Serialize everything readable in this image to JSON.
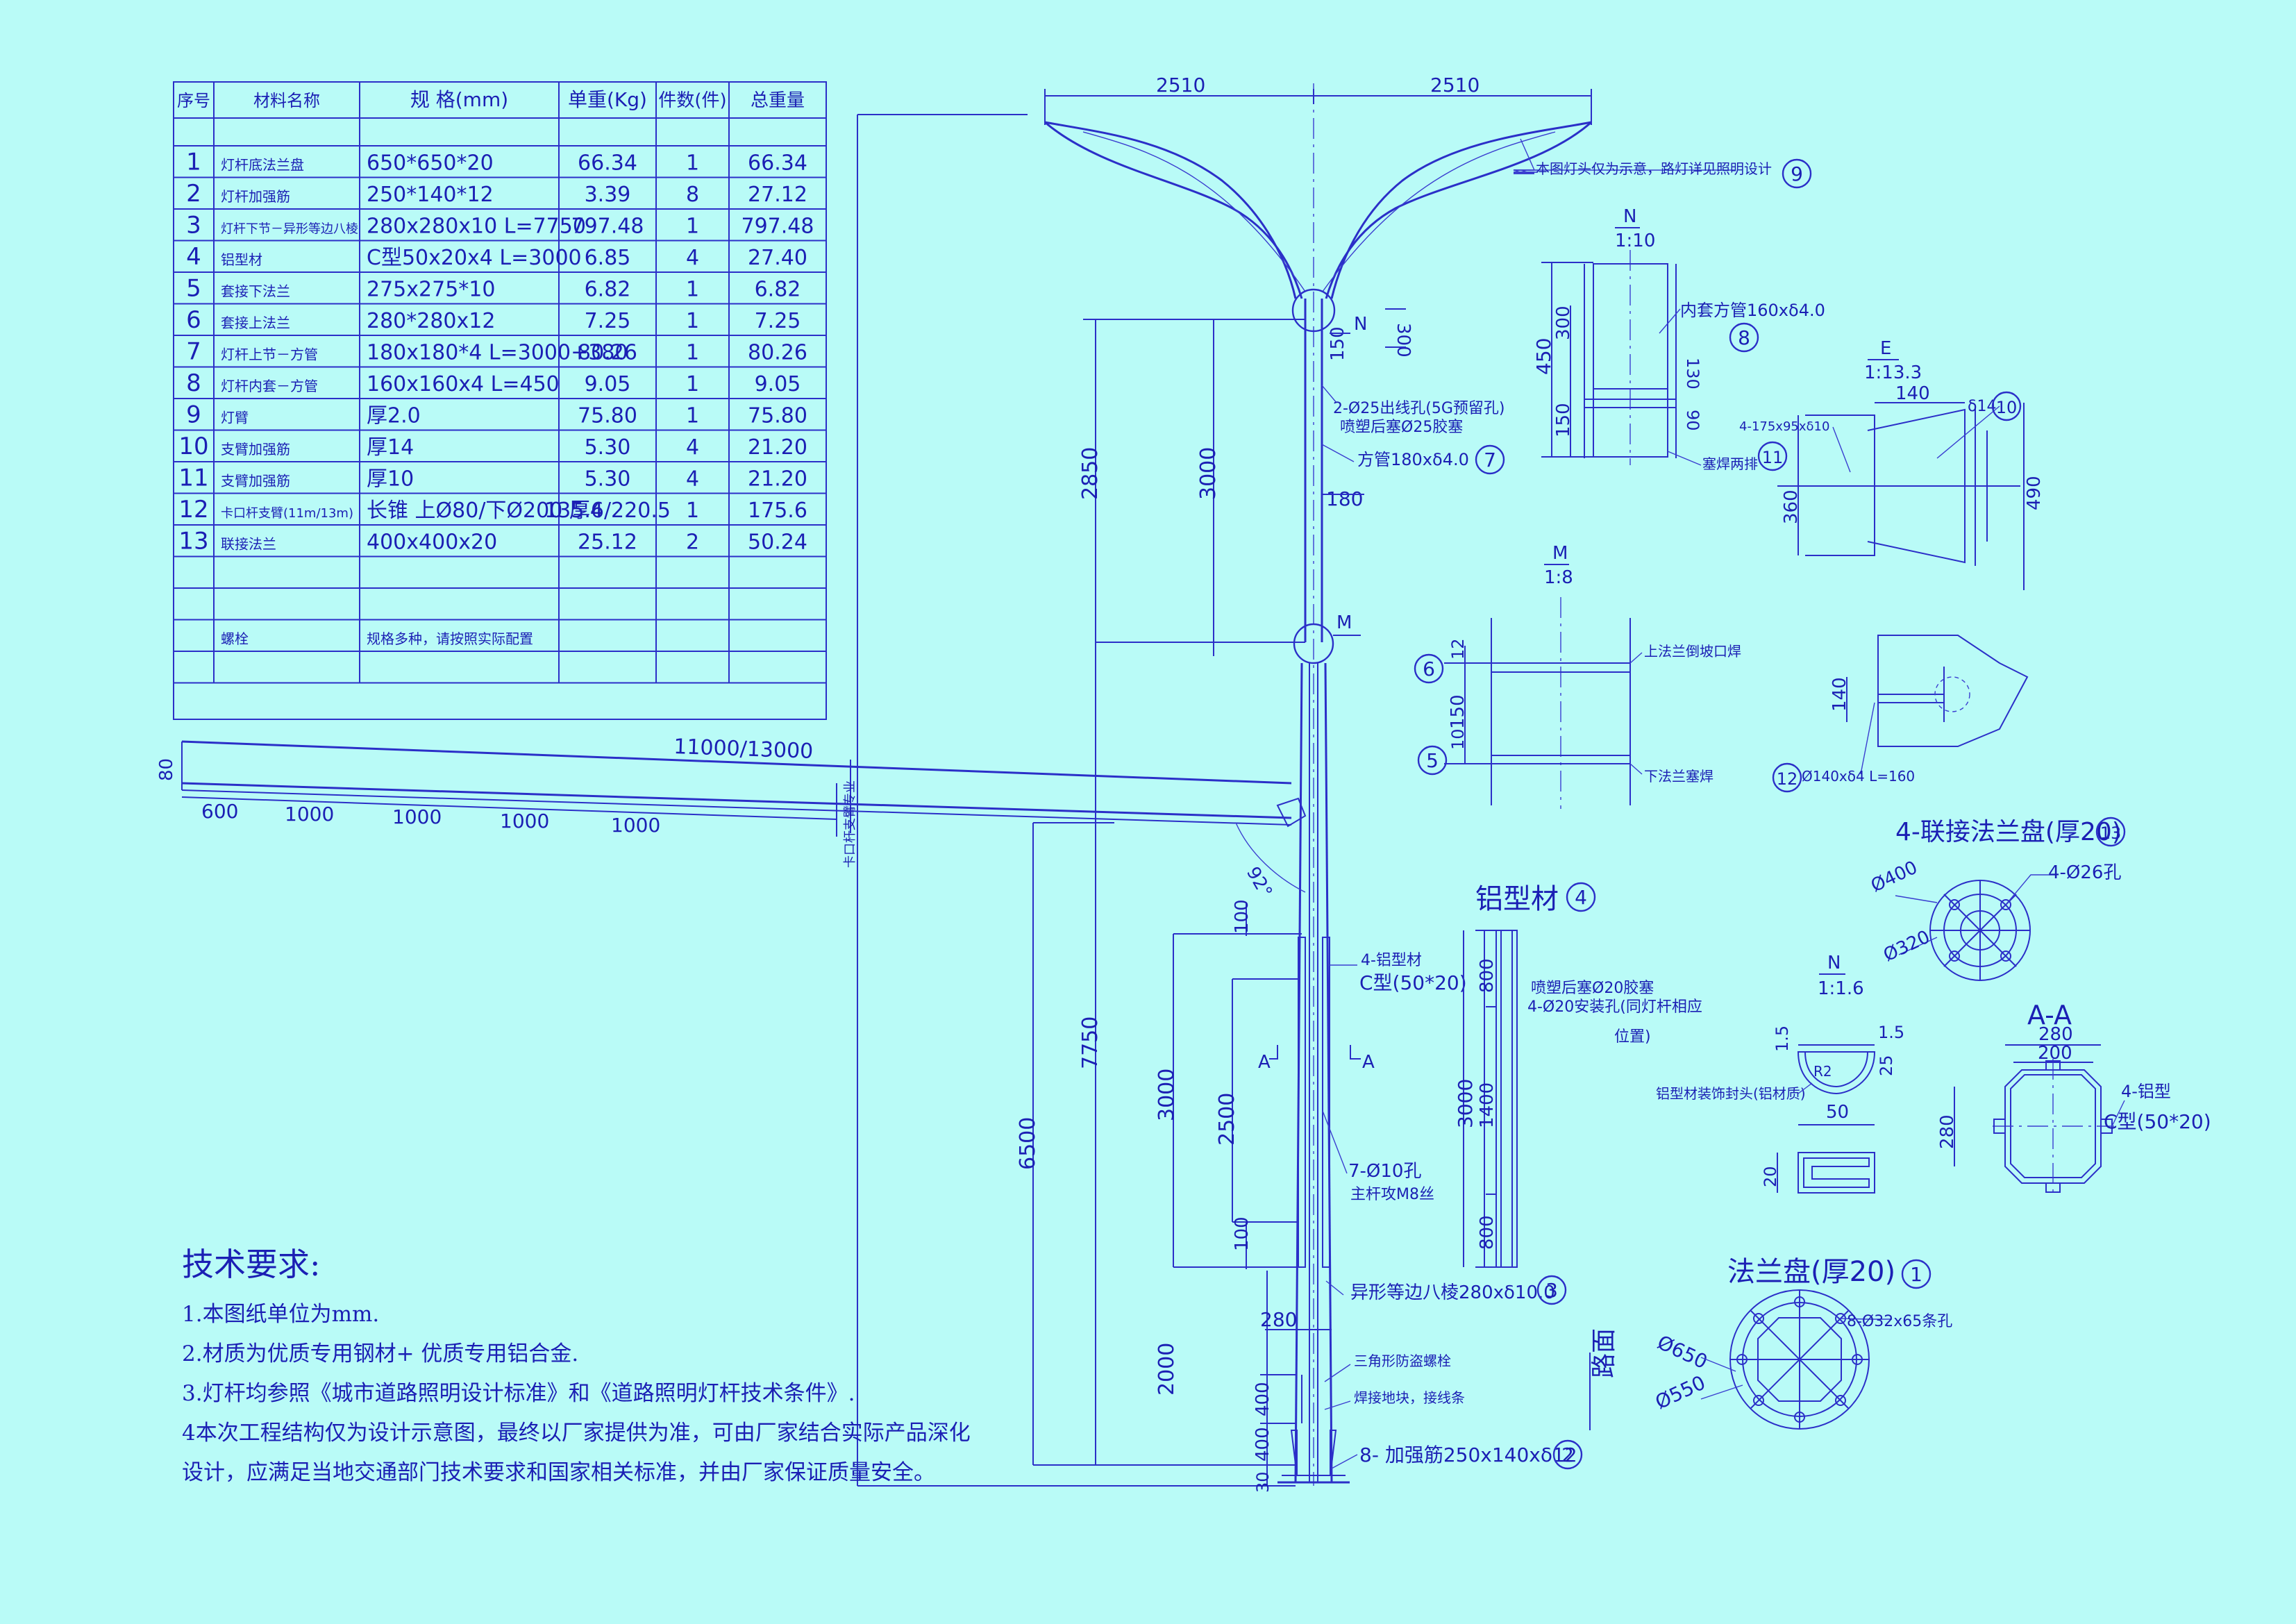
{
  "table": {
    "headers": [
      "序号",
      "材料名称",
      "规 格(mm)",
      "单重(Kg)",
      "件数(件)",
      "总重量"
    ],
    "rows": [
      [
        "1",
        "灯杆底法兰盘",
        "650*650*20",
        "66.34",
        "1",
        "66.34"
      ],
      [
        "2",
        "灯杆加强筋",
        "250*140*12",
        "3.39",
        "8",
        "27.12"
      ],
      [
        "3",
        "灯杆下节－异形等边八棱",
        "280x280x10 L=7750",
        "797.48",
        "1",
        "797.48"
      ],
      [
        "4",
        "铝型材",
        "C型50x20x4 L=3000",
        "6.85",
        "4",
        "27.40"
      ],
      [
        "5",
        "套接下法兰",
        "275x275*10",
        "6.82",
        "1",
        "6.82"
      ],
      [
        "6",
        "套接上法兰",
        "280*280x12",
        "7.25",
        "1",
        "7.25"
      ],
      [
        "7",
        "灯杆上节－方管",
        "180x180*4 L=3000+380",
        "80.26",
        "1",
        "80.26"
      ],
      [
        "8",
        "灯杆内套－方管",
        "160x160x4 L=450",
        "9.05",
        "1",
        "9.05"
      ],
      [
        "9",
        "灯臂",
        "厚2.0",
        "75.80",
        "1",
        "75.80"
      ],
      [
        "10",
        "支臂加强筋",
        "厚14",
        "5.30",
        "4",
        "21.20"
      ],
      [
        "11",
        "支臂加强筋",
        "厚10",
        "5.30",
        "4",
        "21.20"
      ],
      [
        "12",
        "卡口杆支臂(11m/13m)",
        "长锥 上Ø80/下Ø200 厚4",
        "135.6/220.5",
        "1",
        "175.6"
      ],
      [
        "13",
        "联接法兰",
        "400x400x20",
        "25.12",
        "2",
        "50.24"
      ],
      [
        "",
        "",
        "",
        "",
        "",
        ""
      ],
      [
        "",
        "",
        "",
        "",
        "",
        ""
      ],
      [
        "",
        "螺栓",
        "规格多种，请按照实际配置",
        "",
        "",
        ""
      ],
      [
        "",
        "",
        "",
        "",
        "",
        ""
      ]
    ]
  },
  "notes": {
    "title": "技术要求:",
    "lines": [
      "1.本图纸单位为mm.",
      "2.材质为优质专用钢材+ 优质专用铝合金.",
      "3.灯杆均参照《城市道路照明设计标准》和《道路照明灯杆技术条件》.",
      "4本次工程结构仅为设计示意图，最终以厂家提供为准，可由厂家结合实际产品深化",
      "设计，应满足当地交通部门技术要求和国家相关标准，并由厂家保证质量安全。"
    ]
  },
  "dims": {
    "top_left": "2510",
    "top_right": "2510",
    "arm_len": "11000/13000",
    "arm_h": "80",
    "arm_seg0": "600",
    "arm_seg1": "1000",
    "arm_seg2": "1000",
    "arm_seg3": "1000",
    "arm_seg4": "1000",
    "v2850": "2850",
    "v3000": "3000",
    "v7750": "7750",
    "v6500": "6500",
    "v3000b": "3000",
    "v2500": "2500",
    "v100a": "100",
    "v100b": "100",
    "v2000": "2000",
    "v400a": "400",
    "v400b": "400",
    "v30": "30",
    "d180": "180",
    "d280": "280",
    "d150": "150",
    "d300": "300",
    "angle": "92°"
  },
  "labels": {
    "head_note": "本图灯头仅为示意，路灯详见照明设计",
    "hole": "2-Ø25出线孔(5G预留孔)",
    "plug": "喷塑后塞Ø25胶塞",
    "tube7": "方管180xδ4.0",
    "alum4": "4-铝型材",
    "alum4b": "C型(50*20)",
    "holes7": "7-Ø10孔",
    "screw": "主杆攻M8丝",
    "oct3": "异形等边八棱280xδ10.0",
    "bolt": "三角形防盗螺栓",
    "ground": "焊接地块，接线条",
    "rib2": "8- 加强筋250x140xδ12",
    "road": "路面",
    "arm_note": "卡口杆支臂专业",
    "secA": "A",
    "markN": "N",
    "markM": "M"
  },
  "detailN": {
    "title": "N",
    "scale": "1:10",
    "d450": "450",
    "d300": "300",
    "d150": "150",
    "d130": "130",
    "d90": "90",
    "tube": "内套方管160xδ4.0",
    "weld": "塞焊两排"
  },
  "detailE": {
    "title": "E",
    "scale": "1:13.3",
    "d140": "140",
    "d14": "δ14",
    "d360": "360",
    "d490": "490",
    "plate": "4-175x95xδ10"
  },
  "detailM": {
    "title": "M",
    "scale": "1:8",
    "d12": "12",
    "d150": "150",
    "d10": "10",
    "top": "上法兰倒坡口焊",
    "bottom": "下法兰塞焊"
  },
  "detail12": {
    "d140": "140",
    "label": "Ø140xδ4 L=160"
  },
  "flange13": {
    "title": "4-联接法兰盘(厚20)",
    "d400": "Ø400",
    "d320": "Ø320",
    "holes": "4-Ø26孔"
  },
  "alum": {
    "title": "铝型材",
    "d800a": "800",
    "d1400": "1400",
    "d800b": "800",
    "d3000": "3000",
    "note1": "喷塑后塞Ø20胶塞",
    "note2": "4-Ø20安装孔(同灯杆相应",
    "note3": "位置)"
  },
  "detailN2": {
    "title": "N",
    "scale": "1:1.6",
    "d15a": "1.5",
    "d15b": "1.5",
    "d25": "25",
    "d50": "50",
    "d20": "20",
    "r": "R2",
    "cap": "铝型材装饰封头(铝材质)"
  },
  "secAA": {
    "title": "A-A",
    "d280top": "280",
    "d200": "200",
    "d280": "280",
    "alum": "4-铝型",
    "alum2": "C型(50*20)"
  },
  "flange1": {
    "title": "法兰盘(厚20)",
    "d650": "Ø650",
    "d550": "Ø550",
    "holes": "8-Ø32x65条孔"
  },
  "markers": [
    "1",
    "2",
    "3",
    "4",
    "5",
    "6",
    "7",
    "8",
    "9",
    "10",
    "11",
    "12",
    "13"
  ]
}
